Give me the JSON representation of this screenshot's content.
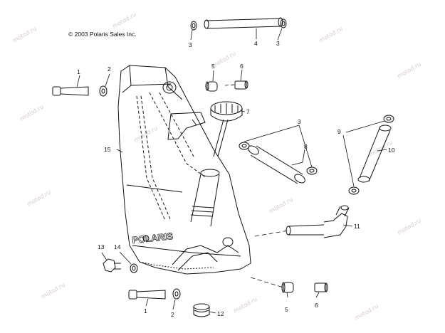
{
  "copyright": "© 2003 Polaris Sales Inc.",
  "brand_text": "POLARIS",
  "watermark_text": "motod.ru",
  "callouts": {
    "c1a": "1",
    "c1b": "1",
    "c2a": "2",
    "c2b": "2",
    "c3a": "3",
    "c3b": "3",
    "c3c": "3",
    "c4": "4",
    "c5a": "5",
    "c5b": "5",
    "c6a": "6",
    "c6b": "6",
    "c7": "7",
    "c8": "8",
    "c9": "9",
    "c10": "10",
    "c11": "11",
    "c12": "12",
    "c13": "13",
    "c14": "14",
    "c15": "15"
  }
}
